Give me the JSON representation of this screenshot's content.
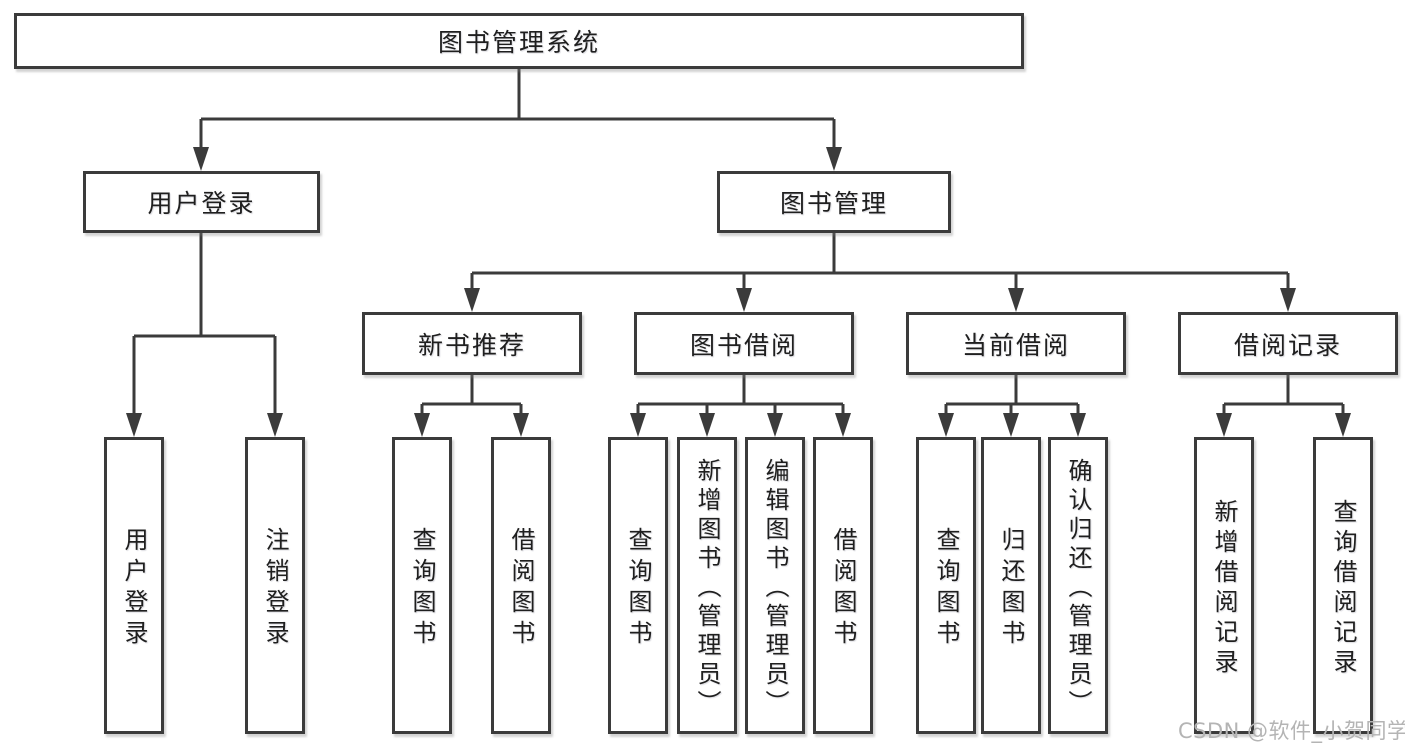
{
  "tree": {
    "root": {
      "label": "图书管理系统",
      "children": [
        {
          "label": "用户登录",
          "children": [
            {
              "label": "用户登录"
            },
            {
              "label": "注销登录"
            }
          ]
        },
        {
          "label": "图书管理",
          "children": [
            {
              "label": "新书推荐",
              "children": [
                {
                  "label": "查询图书"
                },
                {
                  "label": "借阅图书"
                }
              ]
            },
            {
              "label": "图书借阅",
              "children": [
                {
                  "label": "查询图书"
                },
                {
                  "label": "新增图书（管理员）"
                },
                {
                  "label": "编辑图书（管理员）"
                },
                {
                  "label": "借阅图书"
                }
              ]
            },
            {
              "label": "当前借阅",
              "children": [
                {
                  "label": "查询图书"
                },
                {
                  "label": "归还图书"
                },
                {
                  "label": "确认归还（管理员）"
                }
              ]
            },
            {
              "label": "借阅记录",
              "children": [
                {
                  "label": "新增借阅记录"
                },
                {
                  "label": "查询借阅记录"
                }
              ]
            }
          ]
        }
      ]
    }
  },
  "watermark": "CSDN @软件_小贺同学",
  "colors": {
    "line": "#3b3b3b",
    "text": "#1f1f1f",
    "watermark": "#b4b4b4",
    "background": "#ffffff"
  }
}
